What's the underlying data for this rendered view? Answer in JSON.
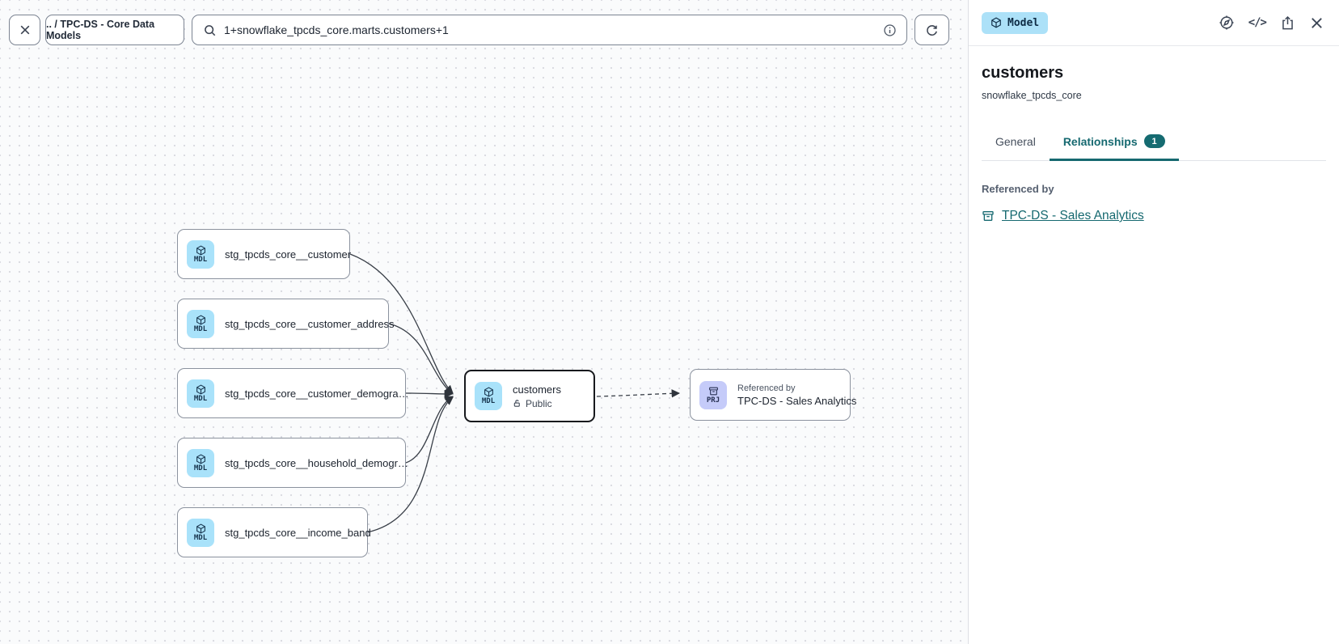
{
  "toolbar": {
    "breadcrumb": ".. / TPC-DS - Core Data Models",
    "search": {
      "value": "1+snowflake_tpcds_core.marts.customers+1"
    }
  },
  "canvas": {
    "upstream_nodes": [
      {
        "type": "MDL",
        "label": "stg_tpcds_core__customer"
      },
      {
        "type": "MDL",
        "label": "stg_tpcds_core__customer_address"
      },
      {
        "type": "MDL",
        "label": "stg_tpcds_core__customer_demogra…"
      },
      {
        "type": "MDL",
        "label": "stg_tpcds_core__household_demogr…"
      },
      {
        "type": "MDL",
        "label": "stg_tpcds_core__income_band"
      }
    ],
    "selected_node": {
      "type": "MDL",
      "label": "customers",
      "visibility": "Public"
    },
    "downstream_node": {
      "type": "PRJ",
      "kicker": "Referenced by",
      "label": "TPC-DS - Sales Analytics"
    }
  },
  "panel": {
    "type_badge": "Model",
    "title": "customers",
    "subtitle": "snowflake_tpcds_core",
    "tabs": {
      "general": "General",
      "relationships": "Relationships",
      "relationships_count": "1"
    },
    "referenced_by_heading": "Referenced by",
    "referenced_by_link": "TPC-DS - Sales Analytics"
  },
  "icons": {
    "close": "x-cross",
    "search": "magnifier",
    "info": "circle-i",
    "refresh": "circular-arrow",
    "compass": "compass-needle",
    "code": "</>",
    "share": "box-arrow-up",
    "cube": "3d-cube",
    "archive": "archive-box",
    "lock_open": "open-padlock"
  },
  "colors": {
    "accent_teal": "#166970",
    "model_badge_bg": "#ace1f8",
    "model_tile_bg": "#a9e2fa",
    "project_tile_bg": "#c5cbf9",
    "selected_node_border": "#17191d",
    "edge": "#383e47",
    "canvas_bg": "#fafbfc"
  }
}
